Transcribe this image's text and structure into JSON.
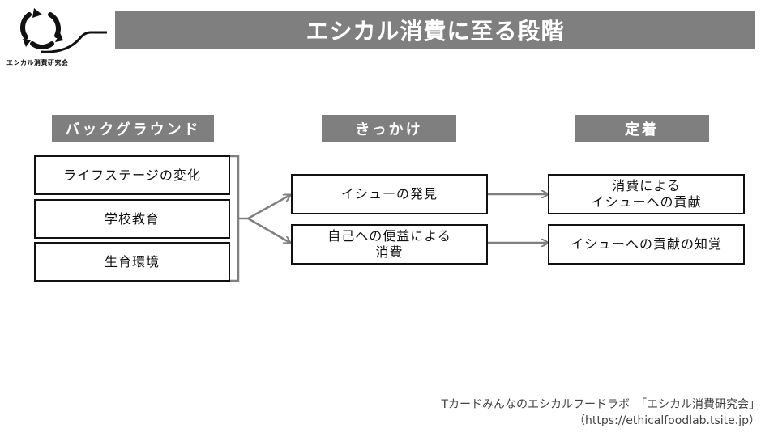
{
  "logo": {
    "text": "エシカル消費研究会"
  },
  "title": "エシカル消費に至る段階",
  "stages": {
    "background": "バックグラウンド",
    "trigger": "きっかけ",
    "settle": "定着"
  },
  "background_items": [
    "ライフステージの変化",
    "学校教育",
    "生育環境"
  ],
  "trigger_items": [
    "イシューの発見",
    "自己への便益による\n消費"
  ],
  "settle_items": [
    "消費による\nイシューへの貢献",
    "イシューへの貢献の知覚"
  ],
  "footer": {
    "line1": "Tカードみんなのエシカルフードラボ　「エシカル消費研究会」",
    "line2": "（https://ethicalfoodlab.tsite.jp）"
  },
  "colors": {
    "header_gray": "#7f7f7f",
    "arrow_gray": "#808080",
    "border": "#111111"
  }
}
